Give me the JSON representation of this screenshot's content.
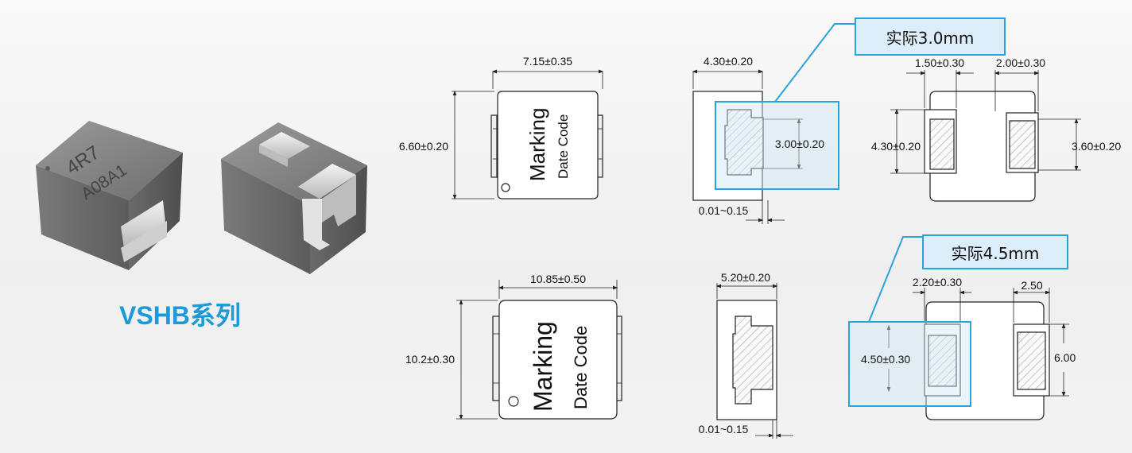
{
  "series_title": "VSHB系列",
  "photo": {
    "top_marking": "4R7",
    "code_marking": "A08A1"
  },
  "small": {
    "top_width": "7.15±0.35",
    "top_height": "6.60±0.20",
    "marking": "Marking",
    "date_code": "Date Code",
    "side_width": "4.30±0.20",
    "side_terminal": "3.00±0.20",
    "side_gap": "0.01~0.15",
    "pad_w1": "1.50±0.30",
    "pad_w2": "2.00±0.30",
    "pad_h_left": "4.30±0.20",
    "pad_h_right": "3.60±0.20",
    "callout": "实际3.0mm"
  },
  "large": {
    "top_width": "10.85±0.50",
    "top_height": "10.2±0.30",
    "marking": "Marking",
    "date_code": "Date Code",
    "side_width": "5.20±0.20",
    "side_gap": "0.01~0.15",
    "pad_w1": "2.20±0.30",
    "pad_w2": "2.50",
    "pad_h_left": "4.50±0.30",
    "pad_h_right": "6.00",
    "callout": "实际4.5mm"
  },
  "colors": {
    "accent": "#1a9ad8",
    "callout_border": "#2aa3dc",
    "callout_fill": "#dbeef9"
  }
}
